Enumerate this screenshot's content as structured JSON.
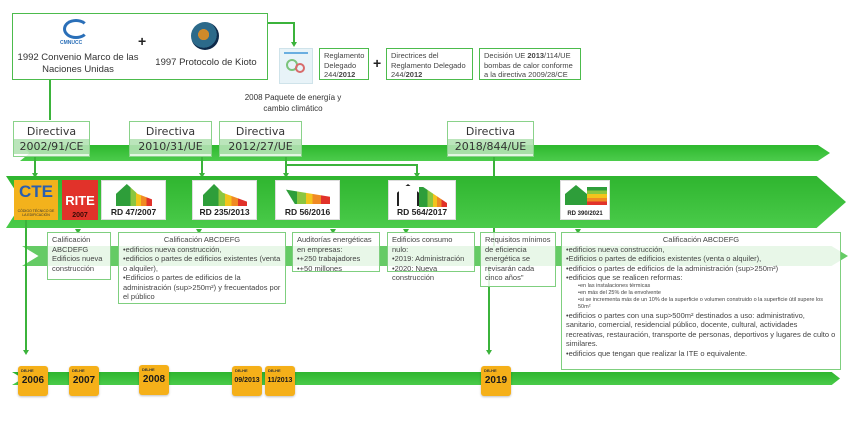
{
  "top": {
    "unfccc": {
      "logo_text": "CMNUCC",
      "caption": "1992 Convenio Marco de las Naciones Unidas"
    },
    "plus": "+",
    "kyoto": {
      "caption": "1997 Protocolo de Kioto"
    },
    "package": {
      "caption": "2008 Paquete de energía y cambio climático"
    },
    "regulations": [
      {
        "text": "Reglamento Delegado 244/",
        "bold": "2012"
      },
      {
        "text": "Directrices del Reglamento Delegado 244/",
        "bold": "2012"
      },
      {
        "prefix": "Decisión UE ",
        "bold": "2013",
        "text": "/114/UE bombas de calor conforme a la directiva 2009/28/CE"
      }
    ]
  },
  "directives": [
    {
      "title": "Directiva",
      "code": "2002/91/CE"
    },
    {
      "title": "Directiva",
      "code": "2010/31/UE"
    },
    {
      "title": "Directiva",
      "code": "2012/27/UE"
    },
    {
      "title": "Directiva",
      "code": "2018/844/UE"
    }
  ],
  "royal_decrees": {
    "cte": {
      "title": "CTE",
      "subtitle": "CÓDIGO TÉCNICO DE LA EDIFICACIÓN"
    },
    "rite": {
      "title": "RITE",
      "year": "2007"
    },
    "items": [
      {
        "label": "RD 47/2007",
        "icon": "energy-label-house-icon"
      },
      {
        "label": "RD 235/2013",
        "icon": "energy-label-house-icon"
      },
      {
        "label": "RD 56/2016",
        "icon": "energy-audit-icon"
      },
      {
        "label": "RD 564/2017",
        "icon": "nzeb-house-icon"
      },
      {
        "label": "RD 390/2021",
        "icon": "energy-label-house-icon"
      }
    ]
  },
  "descriptions": {
    "d1": {
      "lines": [
        "Calificación",
        "ABCDEFG",
        "Edificios nueva",
        "construcción"
      ]
    },
    "d2": {
      "title": "Calificación ABCDEFG",
      "bullets": [
        "edificios nueva construcción,",
        "edificios o partes de edificios existentes (venta o alquiler),",
        "Edificios o partes de edificios de la administración (sup>250m²) y frecuentados por el público"
      ]
    },
    "d3": {
      "title": "Auditorías energéticas en empresas:",
      "bullets": [
        "+250 trabajadores",
        "+50 millones"
      ]
    },
    "d4": {
      "title": "Edificios consumo nulo:",
      "bullets": [
        "2019: Administración",
        "2020: Nueva construcción"
      ]
    },
    "d5": {
      "text": "Requisitos mínimos de eficiencia energética se revisarán cada cinco años\""
    },
    "d6": {
      "title": "Calificación ABCDEFG",
      "bullets": [
        "edificios nueva construcción,",
        "Edificios o partes de edificios existentes (venta o alquiler),",
        "edificios o partes de edificios de la administración (sup>250m²)",
        "edificios que se realicen reformas:"
      ],
      "sub_bullets": [
        "en las instalaciones térmicas",
        "en más del 25% de la envolvente",
        "si se incrementa más de un 10% de la superficie o volumen construido o la superficie útil supere los 50m²"
      ],
      "bullets2": [
        "edificios o partes con una sup>500m² destinados a uso: administrativo, sanitario, comercial, residencial público, docente, cultural, actividades recreativas, restauración, transporte de personas, deportivos y lugares de culto o similares.",
        "edificios que tengan que realizar la ITE o equivalente."
      ]
    }
  },
  "db_he": {
    "label": "DB-HE",
    "items": [
      {
        "year": "2006"
      },
      {
        "year": "2007"
      },
      {
        "year": "2008"
      },
      {
        "year": "09/2013"
      },
      {
        "year": "11/2013"
      },
      {
        "year": "2019"
      }
    ]
  },
  "colors": {
    "green": "#3bb33b",
    "orange": "#f5b019",
    "rite_red": "#e1322a",
    "cte_blue": "#2a5fb0"
  }
}
